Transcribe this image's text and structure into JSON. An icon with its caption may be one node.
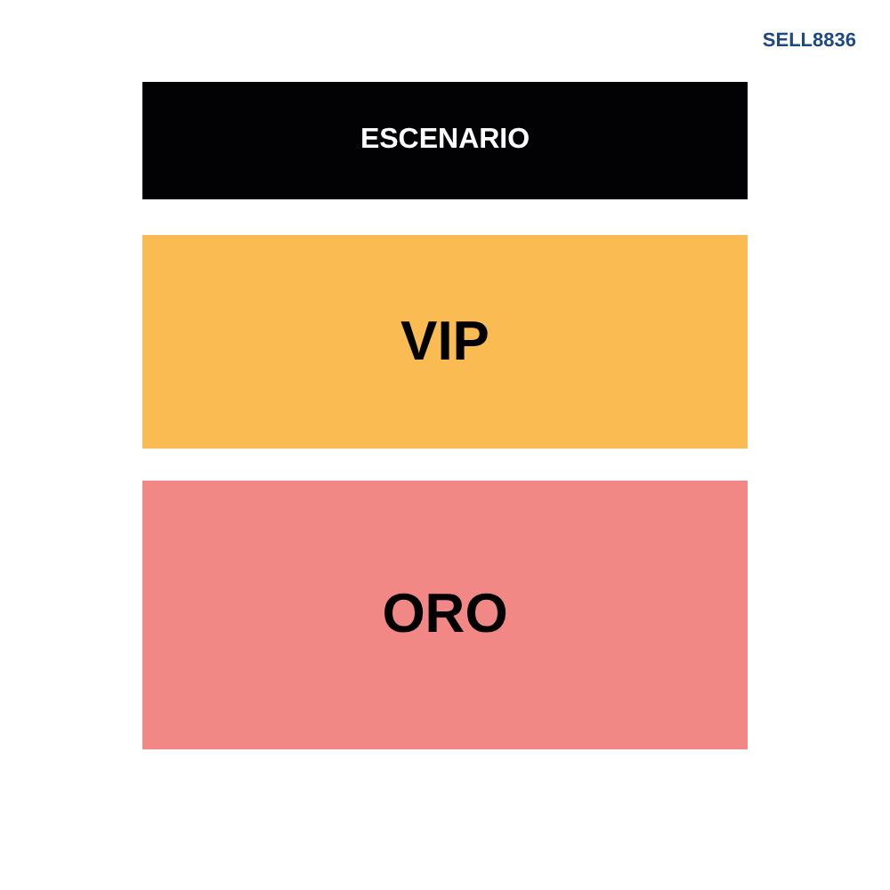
{
  "diagram": {
    "nodes": [
      {
        "text": [
          "ESCENARIO"
        ]
      },
      {
        "text": [
          "VIP"
        ]
      },
      {
        "text": [
          "ORO"
        ]
      }
    ],
    "labels": [
      "SELL8836"
    ]
  }
}
